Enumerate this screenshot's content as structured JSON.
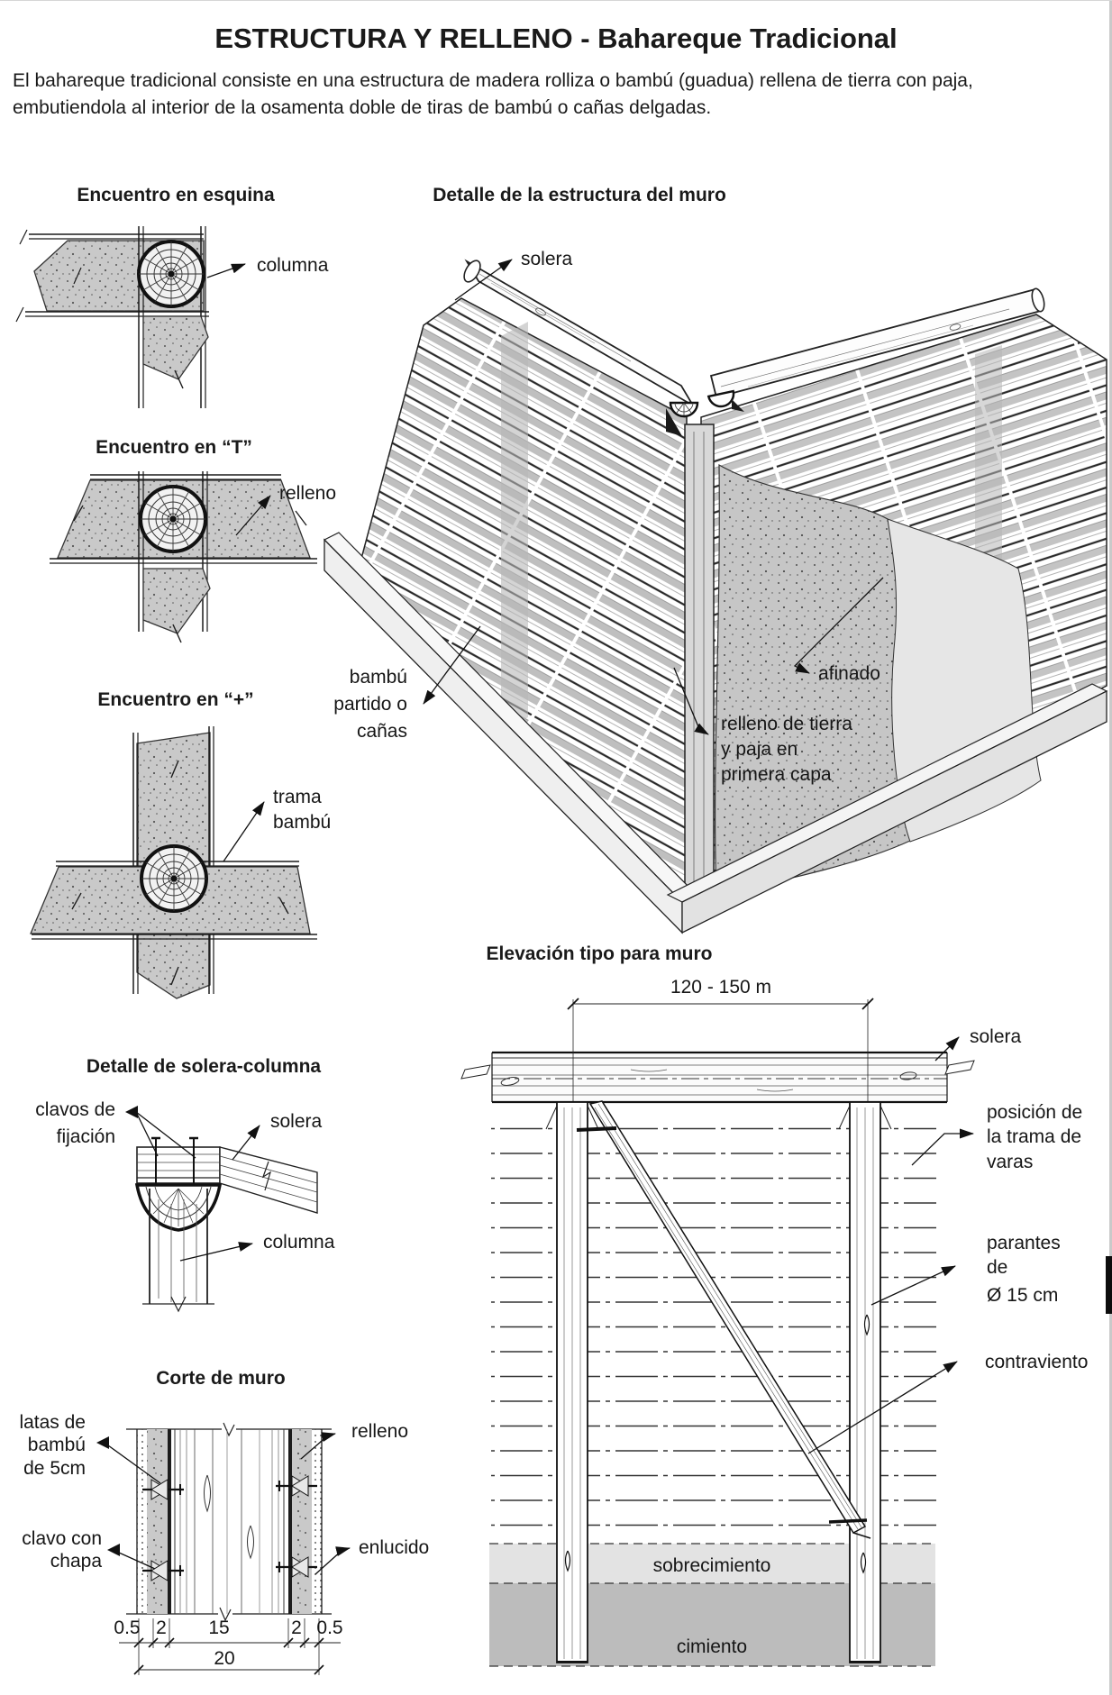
{
  "page": {
    "title": "ESTRUCTURA Y RELLENO - Bahareque Tradicional",
    "intro": "El bahareque tradicional consiste en una estructura de madera rolliza o bambú (guadua) rellena de tierra con paja, embutiendola al interior de la osamenta doble de tiras de bambú o cañas delgadas."
  },
  "figures": {
    "esquina": {
      "heading": "Encuentro en esquina",
      "columna": "columna"
    },
    "t": {
      "heading": "Encuentro en “T”",
      "relleno": "relleno"
    },
    "plus": {
      "heading": "Encuentro en “+”",
      "trama": [
        "trama",
        "bambú"
      ]
    },
    "muro": {
      "heading": "Detalle de la estructura del muro",
      "solera": "solera",
      "bambu": [
        "bambú",
        "partido o",
        "cañas"
      ],
      "afinado": "afinado",
      "relleno_tierra": [
        "relleno de tierra",
        "y paja en",
        "primera capa"
      ]
    },
    "solera_columna": {
      "heading": "Detalle de solera-columna",
      "clavos": [
        "clavos de",
        "fijación"
      ],
      "solera": "solera",
      "columna": "columna"
    },
    "elevacion": {
      "heading": "Elevación tipo para muro",
      "dim": "120 - 150 m",
      "solera": "solera",
      "posicion": [
        "posición de",
        "la trama de",
        "varas"
      ],
      "parantes": [
        "parantes",
        "de",
        "Ø 15 cm"
      ],
      "contraviento": "contraviento",
      "sobrecimiento": "sobrecimiento",
      "cimiento": "cimiento"
    },
    "corte": {
      "heading": "Corte de muro",
      "latas": [
        "latas de",
        "bambú",
        "de 5cm"
      ],
      "clavo": [
        "clavo con",
        "chapa"
      ],
      "relleno": "relleno",
      "enlucido": "enlucido",
      "dims": [
        "0.5",
        "2",
        "15",
        "2",
        "0.5"
      ],
      "dim_total": "20"
    }
  },
  "colors": {
    "ink": "#1a1a1a",
    "panel_gray": "#c9c9c9",
    "mud_gray": "#c6c6c6",
    "afinado_gray": "#e6e6e6",
    "sobrecimiento_gray": "#e3e3e3",
    "cimiento_gray": "#bcbcbc",
    "scroll_thumb": "#0d0d0d"
  }
}
